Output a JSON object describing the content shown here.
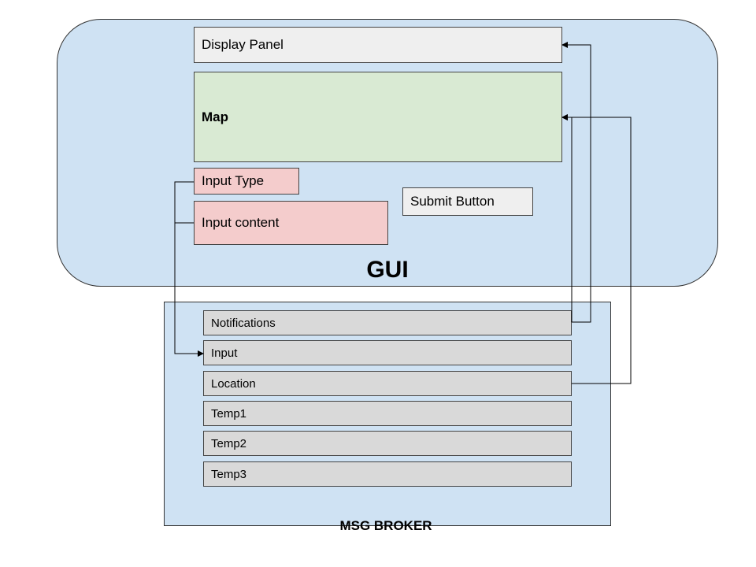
{
  "gui": {
    "label": "GUI",
    "display_panel": "Display Panel",
    "map": "Map",
    "input_type": "Input Type",
    "input_content": "Input content",
    "submit_button": "Submit Button"
  },
  "broker": {
    "label": "MSG BROKER",
    "topics": [
      "Notifications",
      "Input",
      "Location",
      "Temp1",
      "Temp2",
      "Temp3"
    ]
  },
  "colors": {
    "container_fill": "#cfe2f3",
    "map_fill": "#d9ead3",
    "input_fill": "#f4cccc",
    "panel_fill": "#efefef",
    "topic_fill": "#d9d9d9"
  }
}
